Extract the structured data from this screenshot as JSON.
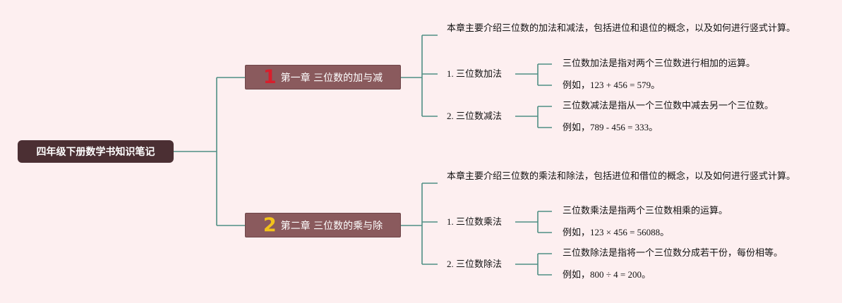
{
  "root": {
    "title": "四年级下册数学书知识笔记"
  },
  "chapters": [
    {
      "number": "1",
      "title": "第一章 三位数的加与减",
      "intro": "本章主要介绍三位数的加法和减法，包括进位和退位的概念，以及如何进行竖式计算。",
      "topics": [
        {
          "label": "1. 三位数加法",
          "definition": "三位数加法是指对两个三位数进行相加的运算。",
          "example": "例如，123 + 456 = 579。"
        },
        {
          "label": "2. 三位数减法",
          "definition": "三位数减法是指从一个三位数中减去另一个三位数。",
          "example": "例如，789 - 456 = 333。"
        }
      ]
    },
    {
      "number": "2",
      "title": "第二章 三位数的乘与除",
      "intro": "本章主要介绍三位数的乘法和除法，包括进位和借位的概念，以及如何进行竖式计算。",
      "topics": [
        {
          "label": "1. 三位数乘法",
          "definition": "三位数乘法是指两个三位数相乘的运算。",
          "example": "例如，123 × 456 = 56088。"
        },
        {
          "label": "2. 三位数除法",
          "definition": "三位数除法是指将一个三位数分成若干份，每份相等。",
          "example": "例如，800 ÷ 4 = 200。"
        }
      ]
    }
  ],
  "colors": {
    "background": "#fdeff0",
    "root_fill": "#4b2f33",
    "chapter_fill": "#8a5a5d",
    "connector": "#4f8f84",
    "chapter1_number": "#d81e2c",
    "chapter2_number": "#f2c21b"
  }
}
